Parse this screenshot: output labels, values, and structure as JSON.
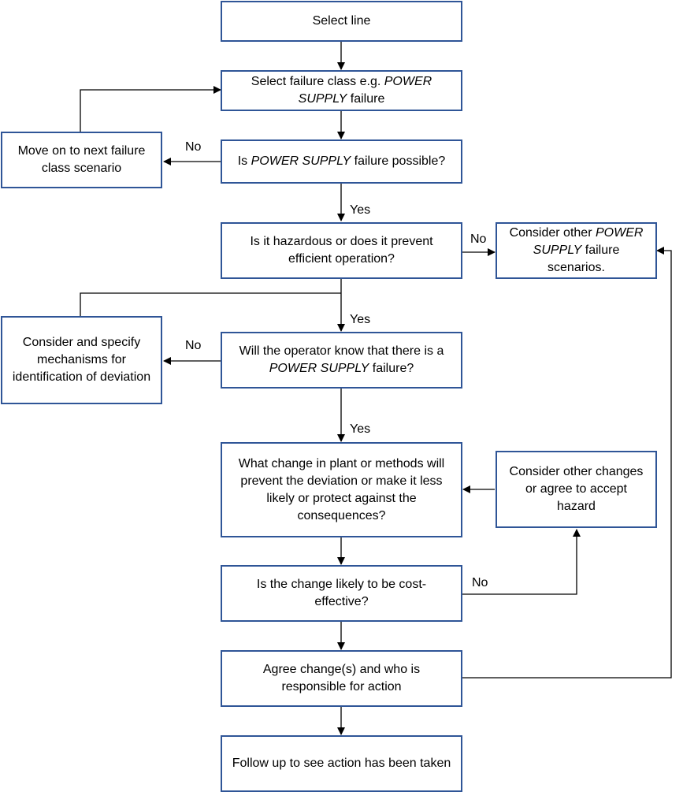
{
  "nodes": {
    "select_line": {
      "pre": "Select line",
      "em": "",
      "post": ""
    },
    "select_class": {
      "pre": "Select failure class e.g. ",
      "em": "POWER SUPPLY",
      "post": " failure"
    },
    "move_on": {
      "pre": "Move on to next failure class scenario",
      "em": "",
      "post": ""
    },
    "is_possible": {
      "pre": "Is ",
      "em": "POWER SUPPLY",
      "post": " failure possible?"
    },
    "is_hazardous": {
      "pre": "Is it hazardous or does it prevent efficient operation?",
      "em": "",
      "post": ""
    },
    "consider_other_scenarios": {
      "pre": "Consider other ",
      "em": "POWER SUPPLY",
      "post": " failure scenarios."
    },
    "consider_mechanisms": {
      "pre": "Consider and specify mechanisms for identification of deviation",
      "em": "",
      "post": ""
    },
    "operator_know": {
      "pre": "Will the operator know that there is a ",
      "em": "POWER SUPPLY",
      "post": " failure?"
    },
    "what_change": {
      "pre": "What change in plant or methods will prevent the deviation or make it less likely or protect against the consequences?",
      "em": "",
      "post": ""
    },
    "consider_changes": {
      "pre": "Consider other changes or agree to accept hazard",
      "em": "",
      "post": ""
    },
    "cost_effective": {
      "pre": "Is the change likely to be cost-effective?",
      "em": "",
      "post": ""
    },
    "agree_change": {
      "pre": "Agree change(s) and who is responsible for action",
      "em": "",
      "post": ""
    },
    "follow_up": {
      "pre": "Follow up to see action has been taken",
      "em": "",
      "post": ""
    }
  },
  "edge_labels": {
    "no_possible": "No",
    "yes_possible": "Yes",
    "no_hazardous": "No",
    "yes_hazardous": "Yes",
    "no_operator": "No",
    "yes_operator": "Yes",
    "no_cost": "No"
  },
  "colors": {
    "box_border": "#2f5597",
    "line": "#000000"
  }
}
